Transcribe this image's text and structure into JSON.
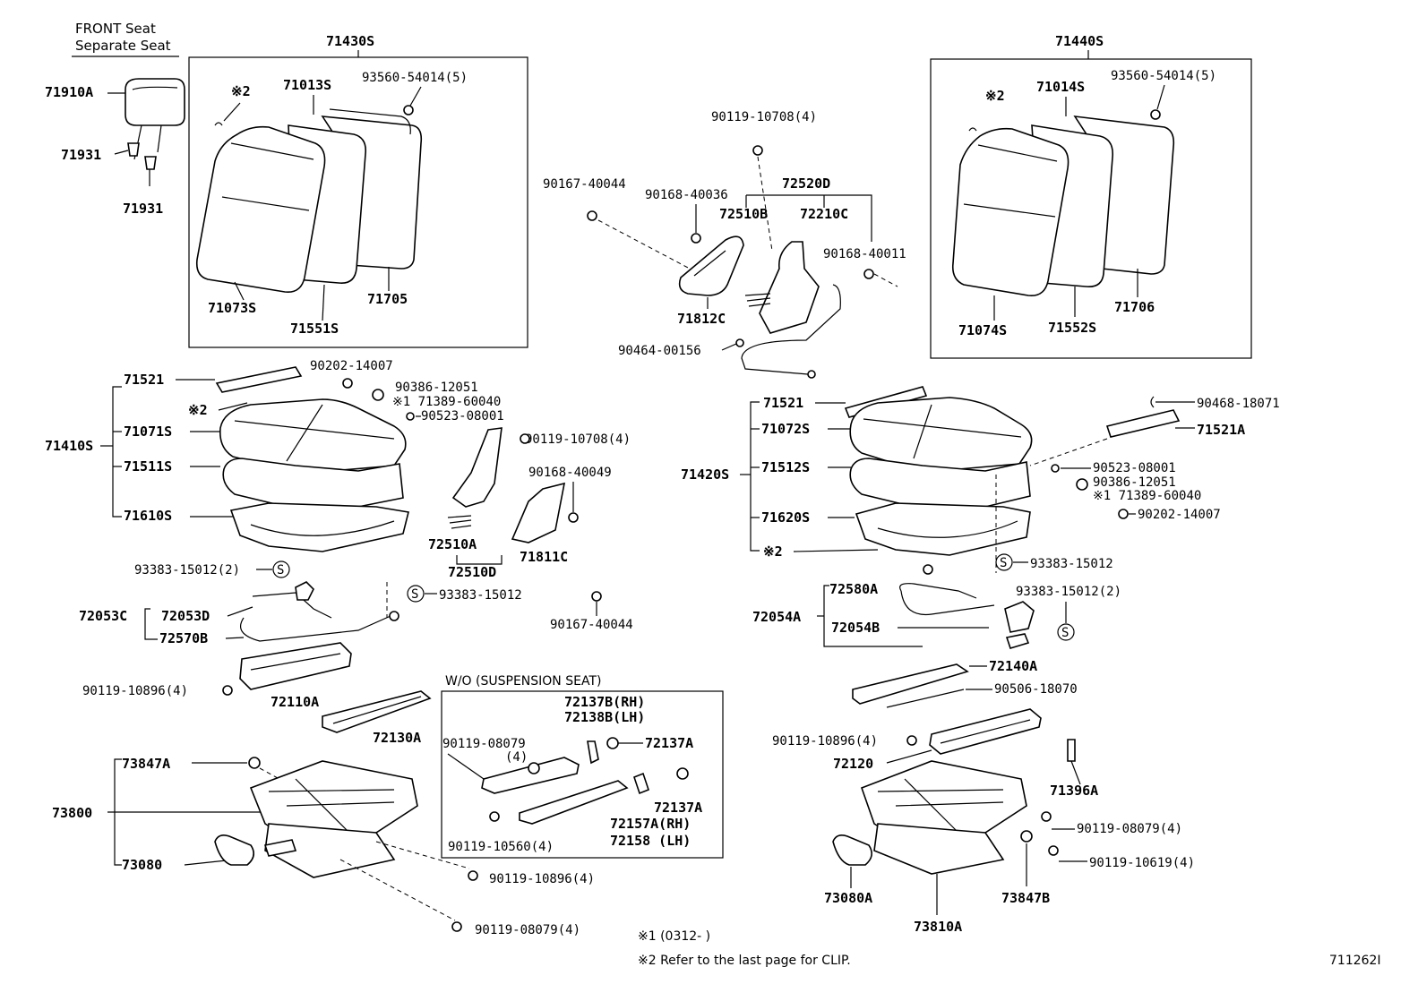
{
  "header": {
    "line1": "FRONT Seat",
    "line2": "Separate Seat"
  },
  "groups": {
    "left_back": "71430S",
    "right_back": "71440S",
    "wo_title": "W/O (SUSPENSION SEAT)"
  },
  "labels": {
    "p71910A": "71910A",
    "p71931a": "71931",
    "p71931b": "71931",
    "clip_l": "※2",
    "p71013S": "71013S",
    "p93560L": "93560-54014(5)",
    "p71073S": "71073S",
    "p71551S": "71551S",
    "p71705": "71705",
    "p90119_10708a": "90119-10708(4)",
    "p90167_40044a": "90167-40044",
    "p90168_40036": "90168-40036",
    "p72520D": "72520D",
    "p72510B": "72510B",
    "p72210C": "72210C",
    "p90168_40011": "90168-40011",
    "p71812C": "71812C",
    "p90464": "90464-00156",
    "clip_r": "※2",
    "p71014S": "71014S",
    "p93560R": "93560-54014(5)",
    "p71074S": "71074S",
    "p71552S": "71552S",
    "p71706": "71706",
    "p71521L": "71521",
    "p90202L": "90202-14007",
    "p90386L": "90386-12051",
    "p71389L": "※1 71389-60040",
    "p90523L": "90523-08001",
    "clip_seat_l": "※2",
    "p71071S": "71071S",
    "p71410S": "71410S",
    "p71511S": "71511S",
    "p71610S": "71610S",
    "p90119_10708b": "90119-10708(4)",
    "p90168_40049": "90168-40049",
    "p72510A": "72510A",
    "p72510D": "72510D",
    "p71811C": "71811C",
    "p93383L1": "93383-15012(2)",
    "p93383L2": "93383-15012",
    "p90167_40044b": "90167-40044",
    "p72053C": "72053C",
    "p72053D": "72053D",
    "p72570B": "72570B",
    "p90119_10896a": "90119-10896(4)",
    "p72110A": "72110A",
    "p72130A": "72130A",
    "p71521R": "71521",
    "p90468": "90468-18071",
    "p71072S": "71072S",
    "p71521A": "71521A",
    "p71420S": "71420S",
    "p71512S": "71512S",
    "p90523R": "90523-08001",
    "p90386R": "90386-12051",
    "p71389R": "※1 71389-60040",
    "p71620S": "71620S",
    "p90202R": "90202-14007",
    "clip_seat_r": "※2",
    "p93383R1": "93383-15012",
    "p72580A": "72580A",
    "p93383R2": "93383-15012(2)",
    "p72054A": "72054A",
    "p72054B": "72054B",
    "p72140A": "72140A",
    "p90506": "90506-18070",
    "p90119_10896b": "90119-10896(4)",
    "p72120": "72120",
    "p71396A": "71396A",
    "p90119_08079a": "90119-08079(4)",
    "p90119_10619": "90119-10619(4)",
    "p73080A": "73080A",
    "p73847B": "73847B",
    "p73810A": "73810A",
    "p72137B": "72137B(RH)",
    "p72138B": "72138B(LH)",
    "p90119_08079w": "90119-08079",
    "p90119_08079w4": "(4)",
    "p72137A1": "72137A",
    "p72137A2": "72137A",
    "p72157A": "72157A(RH)",
    "p72158": "72158  (LH)",
    "p90119_10560": "90119-10560(4)",
    "p73847A": "73847A",
    "p73800": "73800",
    "p73080": "73080",
    "p90119_10896c": "90119-10896(4)",
    "p90119_08079b": "90119-08079(4)",
    "s_symbol": "S"
  },
  "notes": {
    "n1": "※1 (0312-  )",
    "n2": "※2  Refer to the last page for CLIP."
  },
  "figure_id": "711262I"
}
